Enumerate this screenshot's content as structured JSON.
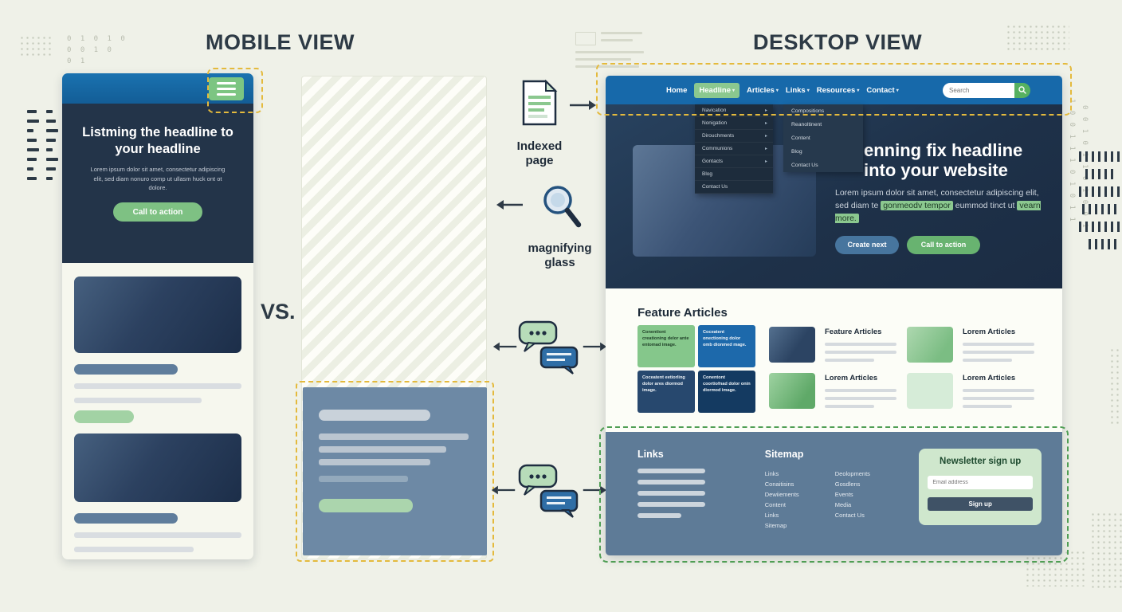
{
  "titles": {
    "mobile": "MOBILE VIEW",
    "desktop": "DESKTOP VIEW",
    "vs": "VS."
  },
  "icons": {
    "chevron_down": "▾",
    "submenu_arrow": "▸"
  },
  "colors": {
    "accent_yellow_dash": "#e4ba3d",
    "accent_green_dash": "#4f9e54",
    "navbar_blue": "#1769aa",
    "hero_navy": "#20334a",
    "button_green": "#74bd7c",
    "footer_slate": "#5e7b97",
    "newsletter_green": "#cfe7cd"
  },
  "mobile": {
    "headline": "Listming the headline to your headline",
    "body": "Lorem ipsum dolor sit amet, consectetur adipiscing elit, sed diam nonuro comp ut ullasm huck ont ot dolore.",
    "cta": "Call to action"
  },
  "middle_labels": {
    "indexed_page": "Indexed page",
    "magnifying_glass": "magnifying glass"
  },
  "desktop": {
    "nav": {
      "items": [
        {
          "label": "Home"
        },
        {
          "label": "Headline"
        },
        {
          "label": "Articles"
        },
        {
          "label": "Links"
        },
        {
          "label": "Resources"
        },
        {
          "label": "Contact"
        }
      ],
      "search_placeholder": "Search"
    },
    "dropdown_primary": [
      "Navication",
      "Nonigation",
      "Dirouchments",
      "Communions",
      "Gontacts",
      "Blog",
      "Contact Us"
    ],
    "dropdown_secondary": [
      "Compositions",
      "Reanoltinent",
      "Content",
      "Blog",
      "Contact Us"
    ],
    "hero": {
      "headline": "enning fix headline into your website",
      "body_start": "Lorem ipsum dolor sit amet, consectetur adipiscing elit, sed diam te",
      "highlight_1": "gonmeodv tempor",
      "body_mid": "eummod tinct ut",
      "highlight_2": "vearn more.",
      "button_primary": "Create next",
      "button_secondary": "Call to action"
    },
    "features": {
      "heading": "Feature Articles",
      "cards": [
        {
          "text": "Conentiont creationing delor ante entomad image.",
          "color": "#85c78b"
        },
        {
          "text": "Coceatent onectioning dolor omb dionmed mage.",
          "color": "#1d69ab"
        },
        {
          "text": "Coceatent eetiorling dolor ares diormod image.",
          "color": "#27486e"
        },
        {
          "text": "Conentont coortiofnad dolor onin diormod image.",
          "color": "#143a61"
        }
      ],
      "articles": [
        {
          "title": "Feature Articles"
        },
        {
          "title": "Lorem Articles"
        },
        {
          "title": "Lorem Articles"
        },
        {
          "title": "Lorem Articles"
        }
      ]
    },
    "footer": {
      "links_heading": "Links",
      "sitemap_heading": "Sitemap",
      "sitemap_col1": [
        "Links",
        "Conaitisins",
        "Dewiiements",
        "Content",
        "Links",
        "Sitemap"
      ],
      "sitemap_col2": [
        "Deolopments",
        "Gosdlens",
        "Events",
        "Media",
        "Contact Us"
      ],
      "newsletter": {
        "heading": "Newsletter sign up",
        "email_placeholder": "Email address",
        "button": "Sign up"
      }
    }
  },
  "deco": {
    "binary_top_left_1": "0 1 0 1 0",
    "binary_top_left_2": "0 0 1 0",
    "binary_top_left_3": "0   1",
    "binary_right_1": "1 0 0 1 1 1 0 1 0 1 1",
    "binary_right_2": "0 0 1 0 1 1 0 1 0 0 1"
  }
}
